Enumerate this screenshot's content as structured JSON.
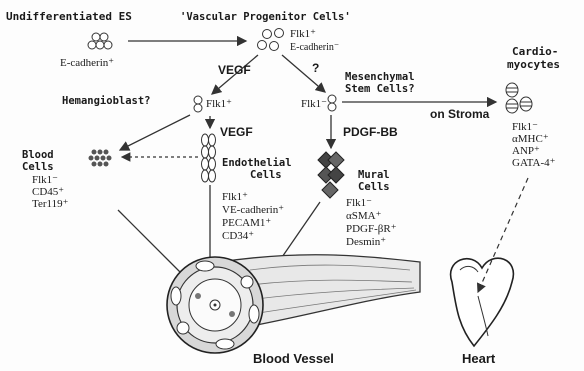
{
  "nodes": {
    "es": {
      "title": "Undifferentiated ES",
      "marker": "E-cadherin⁺"
    },
    "vpc": {
      "title": "'Vascular Progenitor Cells'",
      "marker1": "Flk1⁺",
      "marker2": "E-cadherin⁻"
    },
    "hemangioblast": {
      "title": "Hemangioblast?",
      "marker": "Flk1⁺"
    },
    "msc": {
      "title1": "Mesenchymal",
      "title2": "Stem Cells?",
      "marker": "Flk1⁻"
    },
    "cardio": {
      "title1": "Cardio-",
      "title2": "myocytes",
      "markers": [
        "Flk1⁻",
        "αMHC⁺",
        "ANP⁺",
        "GATA-4⁺"
      ]
    },
    "blood_cells": {
      "title1": "Blood",
      "title2": "Cells",
      "markers": [
        "Flk1⁻",
        "CD45⁺",
        "Ter119⁺"
      ]
    },
    "endothelial": {
      "title1": "Endothelial",
      "title2": "Cells",
      "markers": [
        "Flk1⁺",
        "VE-cadherin⁺",
        "PECAM1⁺",
        "CD34⁺"
      ]
    },
    "mural": {
      "title1": "Mural",
      "title2": "Cells",
      "markers": [
        "Flk1⁻",
        "αSMA⁺",
        "PDGF-βR⁺",
        "Desmin⁺"
      ]
    },
    "vessel": {
      "title": "Blood Vessel"
    },
    "heart": {
      "title": "Heart"
    }
  },
  "arrows": {
    "vegf1": "VEGF",
    "question": "?",
    "vegf2": "VEGF",
    "pdgf": "PDGF-BB",
    "stroma": "on Stroma"
  }
}
